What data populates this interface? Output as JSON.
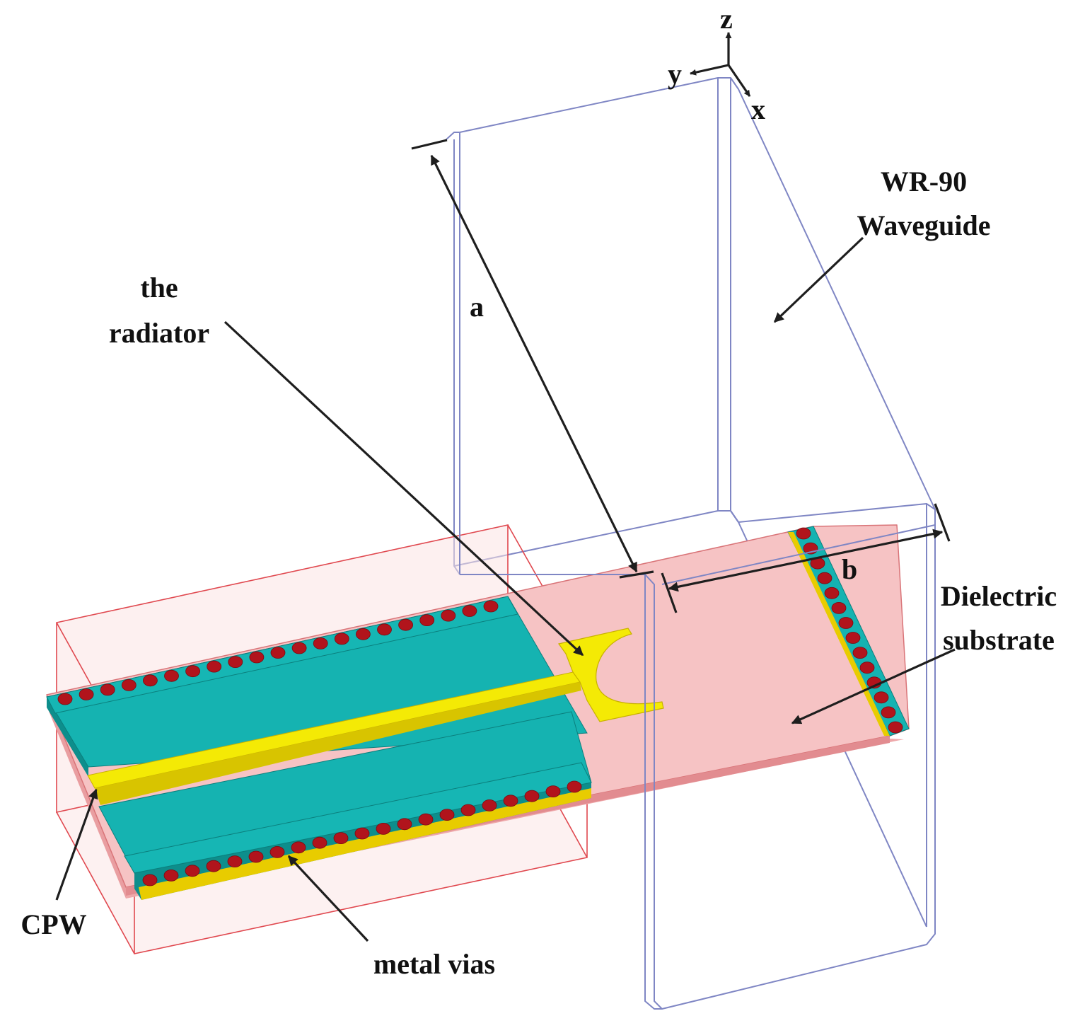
{
  "labels": {
    "waveguide_line1": "WR-90",
    "waveguide_line2": "Waveguide",
    "radiator_line1": "the",
    "radiator_line2": "radiator",
    "dim_a": "a",
    "dim_b": "b",
    "substrate_line1": "Dielectric",
    "substrate_line2": "substrate",
    "cpw": "CPW",
    "vias": "metal vias"
  },
  "axes": {
    "z": "z",
    "y": "y",
    "x": "x"
  },
  "colors": {
    "waveguide_edge": "#7f86c4",
    "air_box_edge": "#e0484f",
    "air_box_fill": "#fbe3e3",
    "substrate_fill": "#f6c3c4",
    "ground_top": "#15b3b1",
    "ground_side": "#0d8e8c",
    "signal": "#f4ea05",
    "signal_side": "#c8b100",
    "via": "#b1141c"
  },
  "vias": {
    "upper_row_count": 21,
    "lower_row_count": 21,
    "right_column_count": 14
  }
}
